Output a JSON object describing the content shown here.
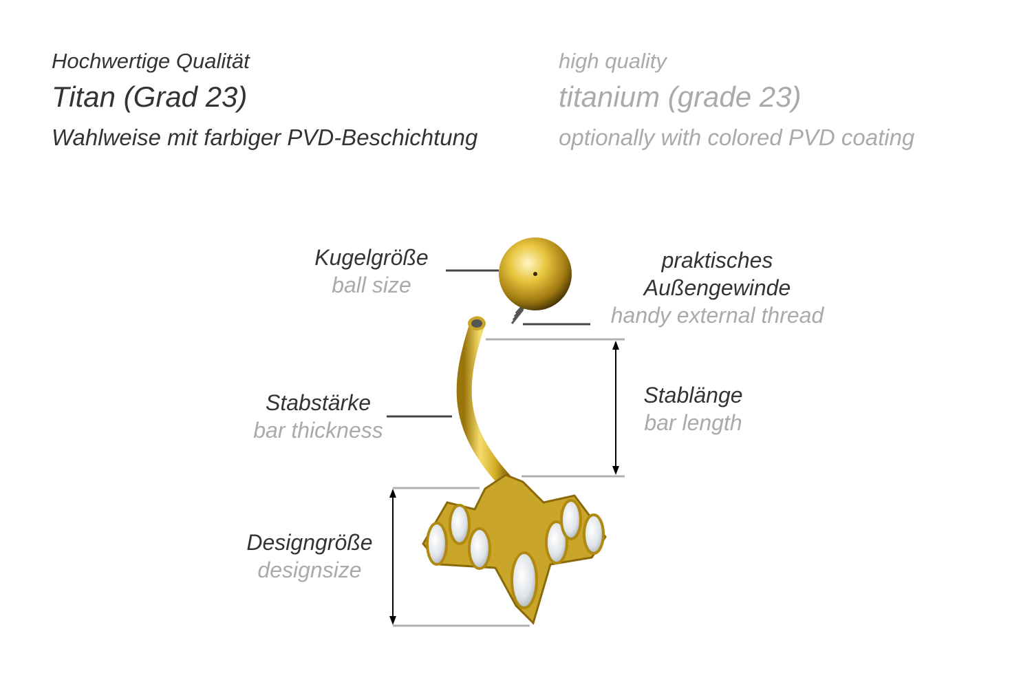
{
  "header": {
    "de": {
      "quality": "Hochwertige Qualität",
      "material": "Titan (Grad 23)",
      "coating": "Wahlweise mit farbiger PVD-Beschichtung"
    },
    "en": {
      "quality": "high quality",
      "material": "titanium (grade 23)",
      "coating": "optionally with colored PVD coating"
    }
  },
  "labels": {
    "ball_size": {
      "de": "Kugelgröße",
      "en": "ball size"
    },
    "thread": {
      "de_1": "praktisches",
      "de_2": "Außengewinde",
      "en": "handy external thread"
    },
    "bar_thickness": {
      "de": "Stabstärke",
      "en": "bar thickness"
    },
    "bar_length": {
      "de": "Stablänge",
      "en": "bar length"
    },
    "design_size": {
      "de": "Designgröße",
      "en": "designsize"
    }
  },
  "colors": {
    "dark_text": "#333333",
    "light_text": "#aaaaaa",
    "gold": "#d9b52a"
  }
}
